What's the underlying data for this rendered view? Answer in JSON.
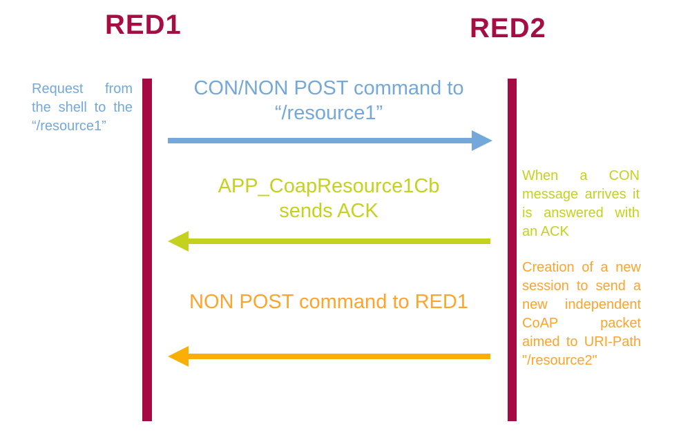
{
  "diagram": {
    "actors": [
      {
        "label": "RED1"
      },
      {
        "label": "RED2"
      }
    ],
    "messages": [
      {
        "label": "CON/NON POST command to “/resource1”",
        "direction": "right",
        "color": "#74A8DA"
      },
      {
        "label": "APP_CoapResource1Cb sends ACK",
        "direction": "left",
        "color": "#C4D21F"
      },
      {
        "label": "NON POST command to RED1",
        "direction": "left",
        "color": "#FAAF06"
      }
    ],
    "notes": [
      {
        "text": "Request from the shell to the “/resource1”",
        "side": "left",
        "color": "#74A8DA"
      },
      {
        "text": "When a CON message arrives it is answered with an ACK",
        "side": "right",
        "color": "#C4D21F"
      },
      {
        "text": "Creation of a new session to send a new independent CoAP packet aimed to URI-Path \"/resource2\"",
        "side": "right",
        "color": "#FDA42E"
      }
    ],
    "colors": {
      "lifeline": "#A50B42",
      "actor_title": "#A50D45",
      "orange_label": "#FDA42E"
    }
  }
}
